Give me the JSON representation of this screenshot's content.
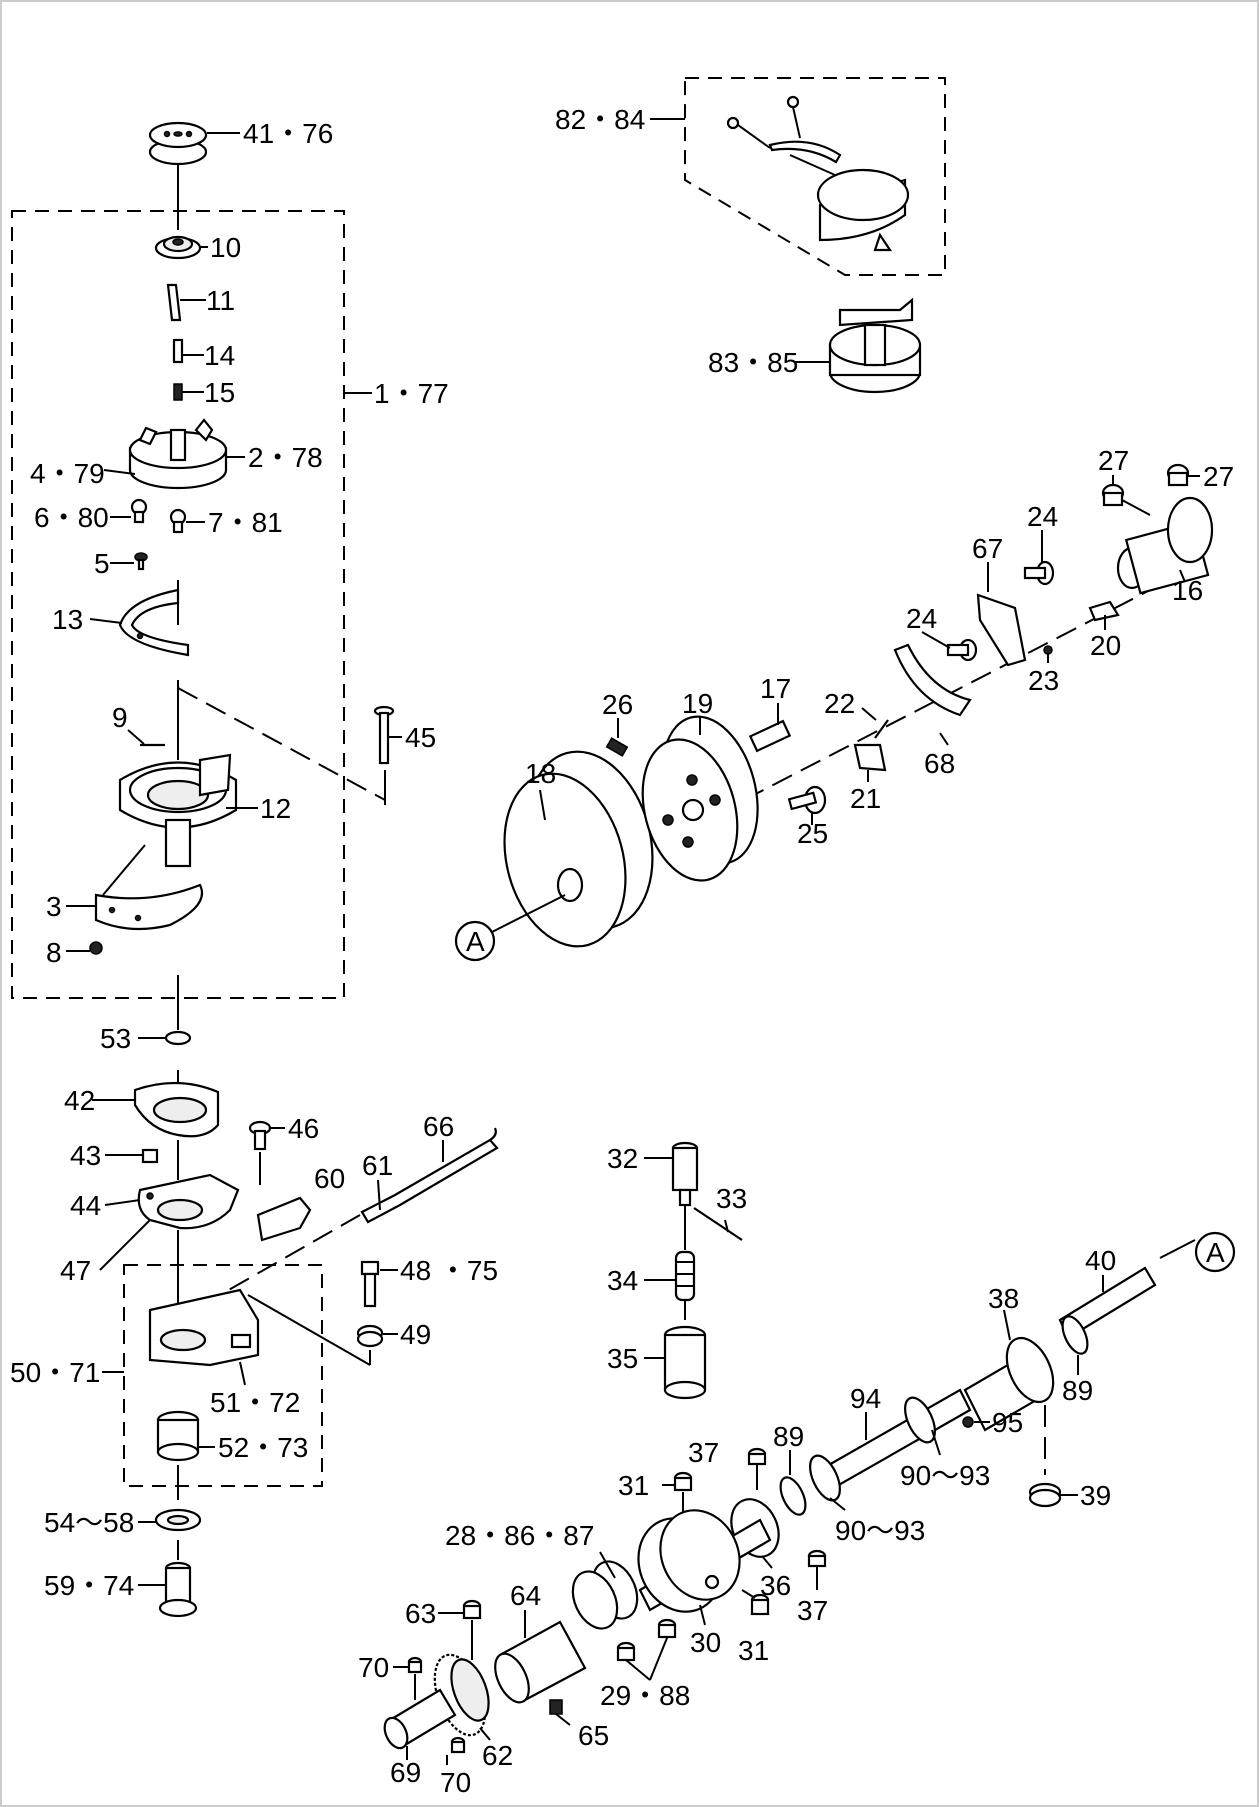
{
  "labels": {
    "l_41_76": "41・76",
    "l_10": "10",
    "l_11": "11",
    "l_14": "14",
    "l_15": "15",
    "l_1_77": "1・77",
    "l_2_78": "2・78",
    "l_4_79": "4・79",
    "l_6_80": "6・80",
    "l_7_81": "7・81",
    "l_5": "5",
    "l_13": "13",
    "l_9": "9",
    "l_45": "45",
    "l_12": "12",
    "l_3": "3",
    "l_8": "8",
    "l_53": "53",
    "l_42": "42",
    "l_46": "46",
    "l_43": "43",
    "l_44": "44",
    "l_47": "47",
    "l_60": "60",
    "l_61": "61",
    "l_66": "66",
    "l_48_75": "48 ・75",
    "l_49": "49",
    "l_50_71": "50・71",
    "l_51_72": "51・72",
    "l_52_73": "52・73",
    "l_54_58": "54～58",
    "l_59_74": "59・74",
    "l_82_84": "82・84",
    "l_83_85": "83・85",
    "l_27a": "27",
    "l_27b": "27",
    "l_16": "16",
    "l_24a": "24",
    "l_67": "67",
    "l_20": "20",
    "l_23": "23",
    "l_24b": "24",
    "l_22": "22",
    "l_21": "21",
    "l_68": "68",
    "l_17": "17",
    "l_19": "19",
    "l_26": "26",
    "l_18": "18",
    "l_25": "25",
    "l_A1": "A",
    "l_32": "32",
    "l_33": "33",
    "l_34": "34",
    "l_35": "35",
    "l_40": "40",
    "l_A2": "A",
    "l_38": "38",
    "l_89a": "89",
    "l_94": "94",
    "l_95": "95",
    "l_90_93a": "90～93",
    "l_39": "39",
    "l_37a": "37",
    "l_89b": "89",
    "l_31a": "31",
    "l_90_93b": "90～93",
    "l_28_86_87": "28・86・87",
    "l_36": "36",
    "l_37b": "37",
    "l_64": "64",
    "l_63": "63",
    "l_30": "30",
    "l_31b": "31",
    "l_70a": "70",
    "l_29_88": "29・88",
    "l_65": "65",
    "l_69": "69",
    "l_62": "62",
    "l_70b": "70"
  }
}
